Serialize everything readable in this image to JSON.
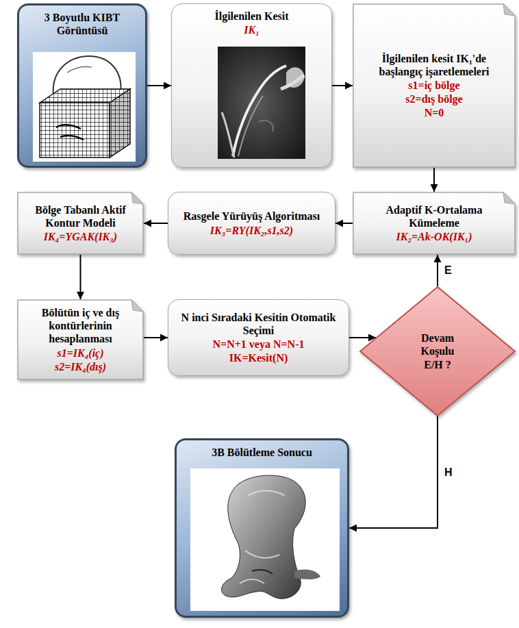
{
  "diagram": {
    "nodes": [
      {
        "text": [
          "3 Boyutlu KIBT Görüntüsü"
        ]
      },
      {
        "text": [
          "İlgilenilen Kesit",
          "IK₁"
        ]
      },
      {
        "text": [
          "İlgilenilen kesit IK₁'de başlangıç işaretlemeleri",
          "s1=iç bölge",
          "s2=dış bölge",
          "N=0"
        ]
      },
      {
        "text": [
          "Bölge Tabanlı Aktif Kontur Modeli",
          "IK₄=YGAK(IK₃)"
        ]
      },
      {
        "text": [
          "Rasgele Yürüyüş Algoritması",
          "IK₃=RY(IK₂,s1,s2)"
        ]
      },
      {
        "text": [
          "Adaptif K-Ortalama Kümeleme",
          "IK₂=Ak-OK(IK₁)"
        ]
      },
      {
        "text": [
          "Bölütün iç ve dış kontürlerinin hesaplanması",
          "s1=IK₄(iç)",
          "s2=IK₄(dış)"
        ]
      },
      {
        "text": [
          "N inci Sıradaki Kesitin Otomatik Seçimi",
          "N=N+1 veya N=N-1",
          "IK=Kesit(N)"
        ]
      },
      {
        "text": [
          "Devam Koşulu E/H ?"
        ]
      },
      {
        "text": [
          "3B Bölütleme Sonucu"
        ]
      }
    ],
    "edges": [
      {
        "from": 0,
        "to": 1,
        "arrow": "to"
      },
      {
        "from": 1,
        "to": 2,
        "arrow": "to"
      },
      {
        "from": 2,
        "to": 5,
        "arrow": "to"
      },
      {
        "from": 5,
        "to": 4,
        "arrow": "to"
      },
      {
        "from": 4,
        "to": 3,
        "arrow": "to"
      },
      {
        "from": 3,
        "to": 6,
        "arrow": "to"
      },
      {
        "from": 6,
        "to": 7,
        "arrow": "to"
      },
      {
        "from": 7,
        "to": 8,
        "arrow": "to"
      },
      {
        "from": 8,
        "to": 5,
        "label": "E",
        "arrow": "to"
      },
      {
        "from": 8,
        "to": 9,
        "label": "H",
        "arrow": "to"
      }
    ]
  }
}
